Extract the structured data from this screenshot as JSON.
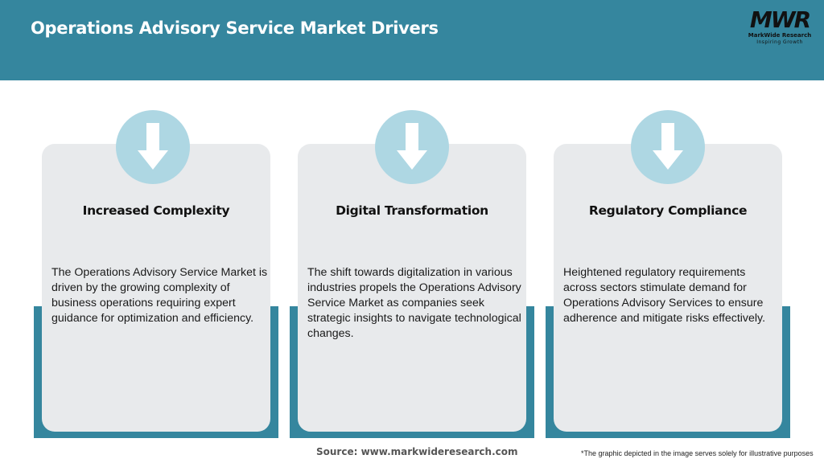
{
  "header": {
    "title": "Operations Advisory Service Market Drivers",
    "background_color": "#35869e"
  },
  "logo": {
    "mark": "MWR",
    "name": "MarkWide Research",
    "tagline": "Inspiring Growth"
  },
  "cards": [
    {
      "icon": "arrow-down-icon",
      "title": "Increased Complexity",
      "body": "The Operations Advisory Service Market is driven by the growing complexity of business operations requiring expert guidance for optimization and efficiency."
    },
    {
      "icon": "arrow-down-icon",
      "title": "Digital Transformation",
      "body": "The shift towards digitalization in various industries propels the Operations Advisory Service Market as companies seek strategic insights to navigate technological changes."
    },
    {
      "icon": "arrow-down-icon",
      "title": "Regulatory Compliance",
      "body": "Heightened regulatory requirements across sectors stimulate demand for Operations Advisory Services to ensure adherence and mitigate risks effectively."
    }
  ],
  "colors": {
    "accent": "#35869e",
    "card_bg": "#e8eaec",
    "circle": "#aed7e3"
  },
  "footer": {
    "source": "Source: www.markwideresearch.com",
    "disclaimer": "*The graphic depicted in the image serves solely for illustrative purposes"
  }
}
